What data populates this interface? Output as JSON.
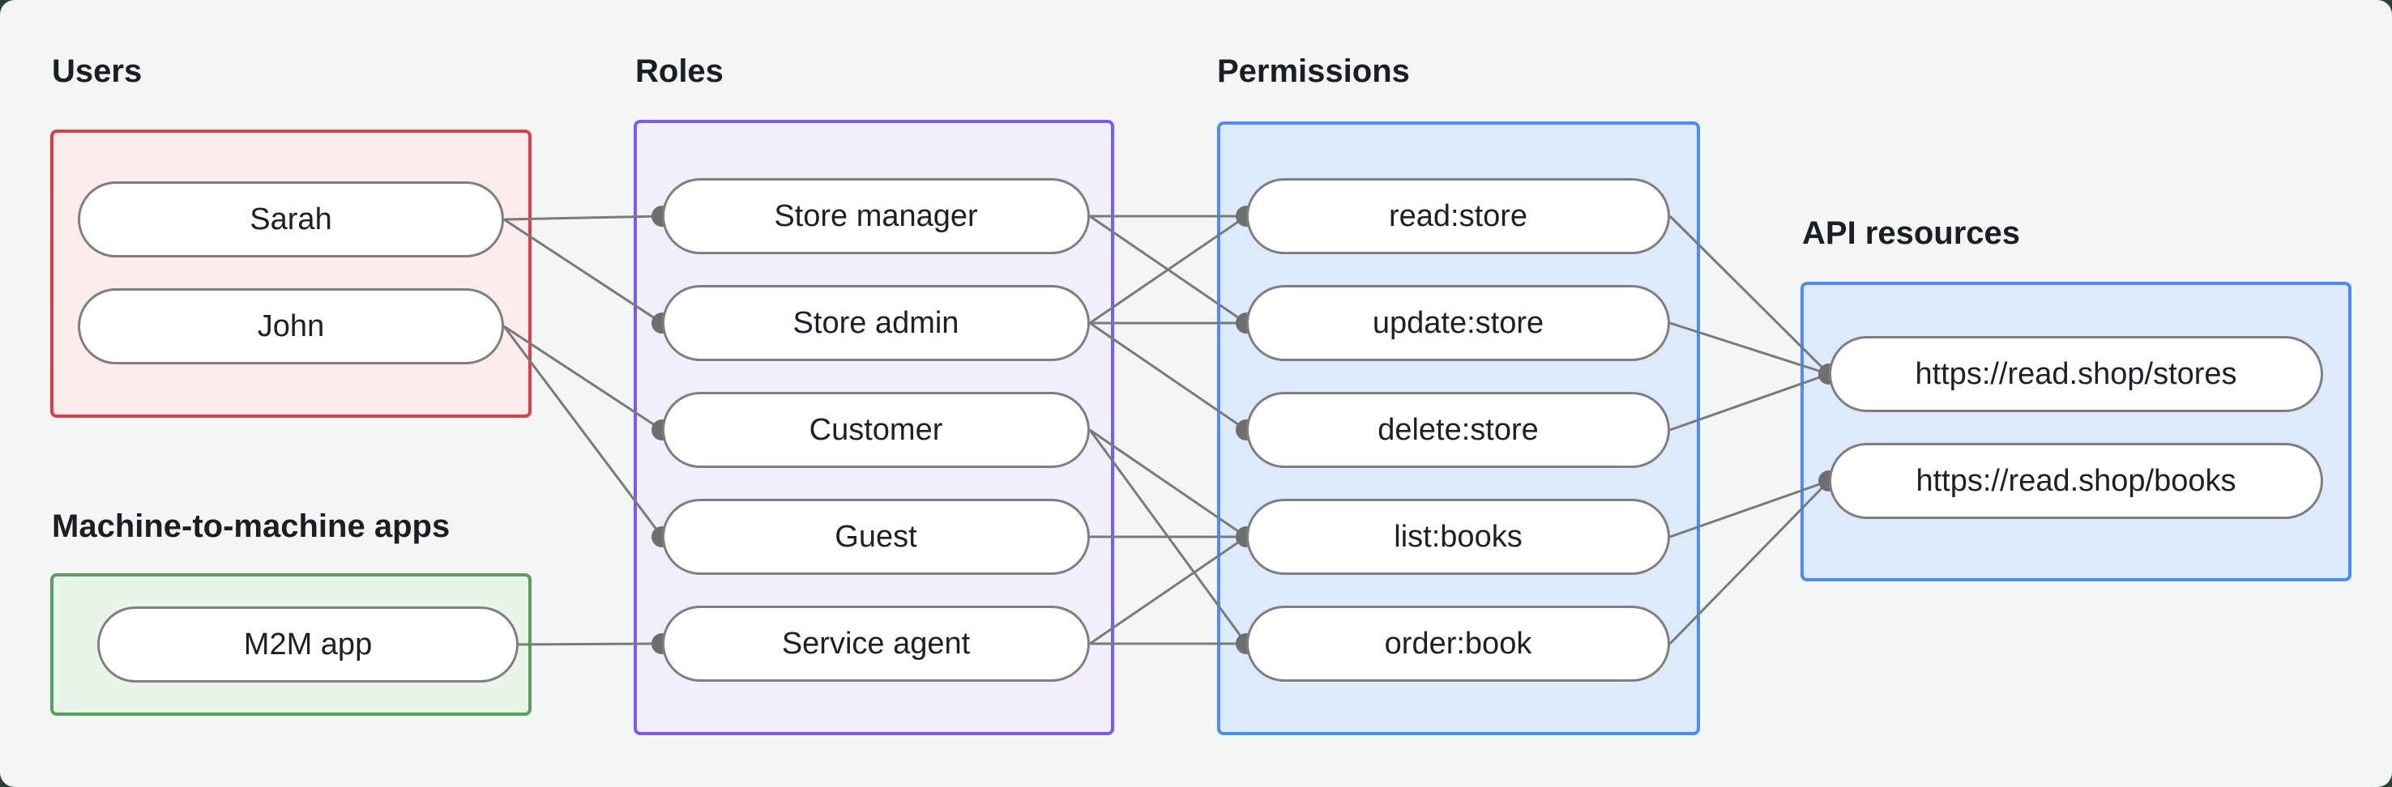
{
  "page": {
    "background_color": "#f4f6f5",
    "outer_background_color": "#2c4033"
  },
  "style": {
    "line_color": "#7a7a7a",
    "dot_color": "#6e6e6e",
    "node_border_color": "#7f7f7f",
    "node_fill_color": "#ffffff",
    "text_color": "#1d2125"
  },
  "groups": [
    {
      "id": "users",
      "label": "Users",
      "accent": "#dd3d44",
      "fill": "#fcedec"
    },
    {
      "id": "m2m",
      "label": "Machine-to-machine apps",
      "accent": "#55a25b",
      "fill": "#e9f5e9"
    },
    {
      "id": "roles",
      "label": "Roles",
      "accent": "#7b5bf6",
      "fill": "#f2eefc"
    },
    {
      "id": "permissions",
      "label": "Permissions",
      "accent": "#4b8df8",
      "fill": "#ddeafc"
    },
    {
      "id": "api",
      "label": "API resources",
      "accent": "#4b8df8",
      "fill": "#ddeafc"
    }
  ],
  "nodes": [
    {
      "id": "sarah",
      "group": "users",
      "label": "Sarah"
    },
    {
      "id": "john",
      "group": "users",
      "label": "John"
    },
    {
      "id": "m2m_app",
      "group": "m2m",
      "label": "M2M app"
    },
    {
      "id": "store_manager",
      "group": "roles",
      "label": "Store manager"
    },
    {
      "id": "store_admin",
      "group": "roles",
      "label": "Store admin"
    },
    {
      "id": "customer",
      "group": "roles",
      "label": "Customer"
    },
    {
      "id": "guest",
      "group": "roles",
      "label": "Guest"
    },
    {
      "id": "service_agent",
      "group": "roles",
      "label": "Service agent"
    },
    {
      "id": "read_store",
      "group": "permissions",
      "label": "read:store"
    },
    {
      "id": "update_store",
      "group": "permissions",
      "label": "update:store"
    },
    {
      "id": "delete_store",
      "group": "permissions",
      "label": "delete:store"
    },
    {
      "id": "list_books",
      "group": "permissions",
      "label": "list:books"
    },
    {
      "id": "order_book",
      "group": "permissions",
      "label": "order:book"
    },
    {
      "id": "stores",
      "group": "api",
      "label": "https://read.shop/stores"
    },
    {
      "id": "books",
      "group": "api",
      "label": "https://read.shop/books"
    }
  ],
  "edges": [
    {
      "from": "sarah",
      "to": "store_manager"
    },
    {
      "from": "sarah",
      "to": "store_admin"
    },
    {
      "from": "john",
      "to": "customer"
    },
    {
      "from": "john",
      "to": "guest"
    },
    {
      "from": "m2m_app",
      "to": "service_agent"
    },
    {
      "from": "store_manager",
      "to": "read_store"
    },
    {
      "from": "store_manager",
      "to": "update_store"
    },
    {
      "from": "store_admin",
      "to": "read_store"
    },
    {
      "from": "store_admin",
      "to": "update_store"
    },
    {
      "from": "store_admin",
      "to": "delete_store"
    },
    {
      "from": "customer",
      "to": "list_books"
    },
    {
      "from": "customer",
      "to": "order_book"
    },
    {
      "from": "guest",
      "to": "list_books"
    },
    {
      "from": "service_agent",
      "to": "list_books"
    },
    {
      "from": "service_agent",
      "to": "order_book"
    }
  ],
  "api_edges": [
    {
      "from": "read_store",
      "to": "stores"
    },
    {
      "from": "update_store",
      "to": "stores"
    },
    {
      "from": "delete_store",
      "to": "stores"
    },
    {
      "from": "list_books",
      "to": "books"
    },
    {
      "from": "order_book",
      "to": "books"
    }
  ]
}
